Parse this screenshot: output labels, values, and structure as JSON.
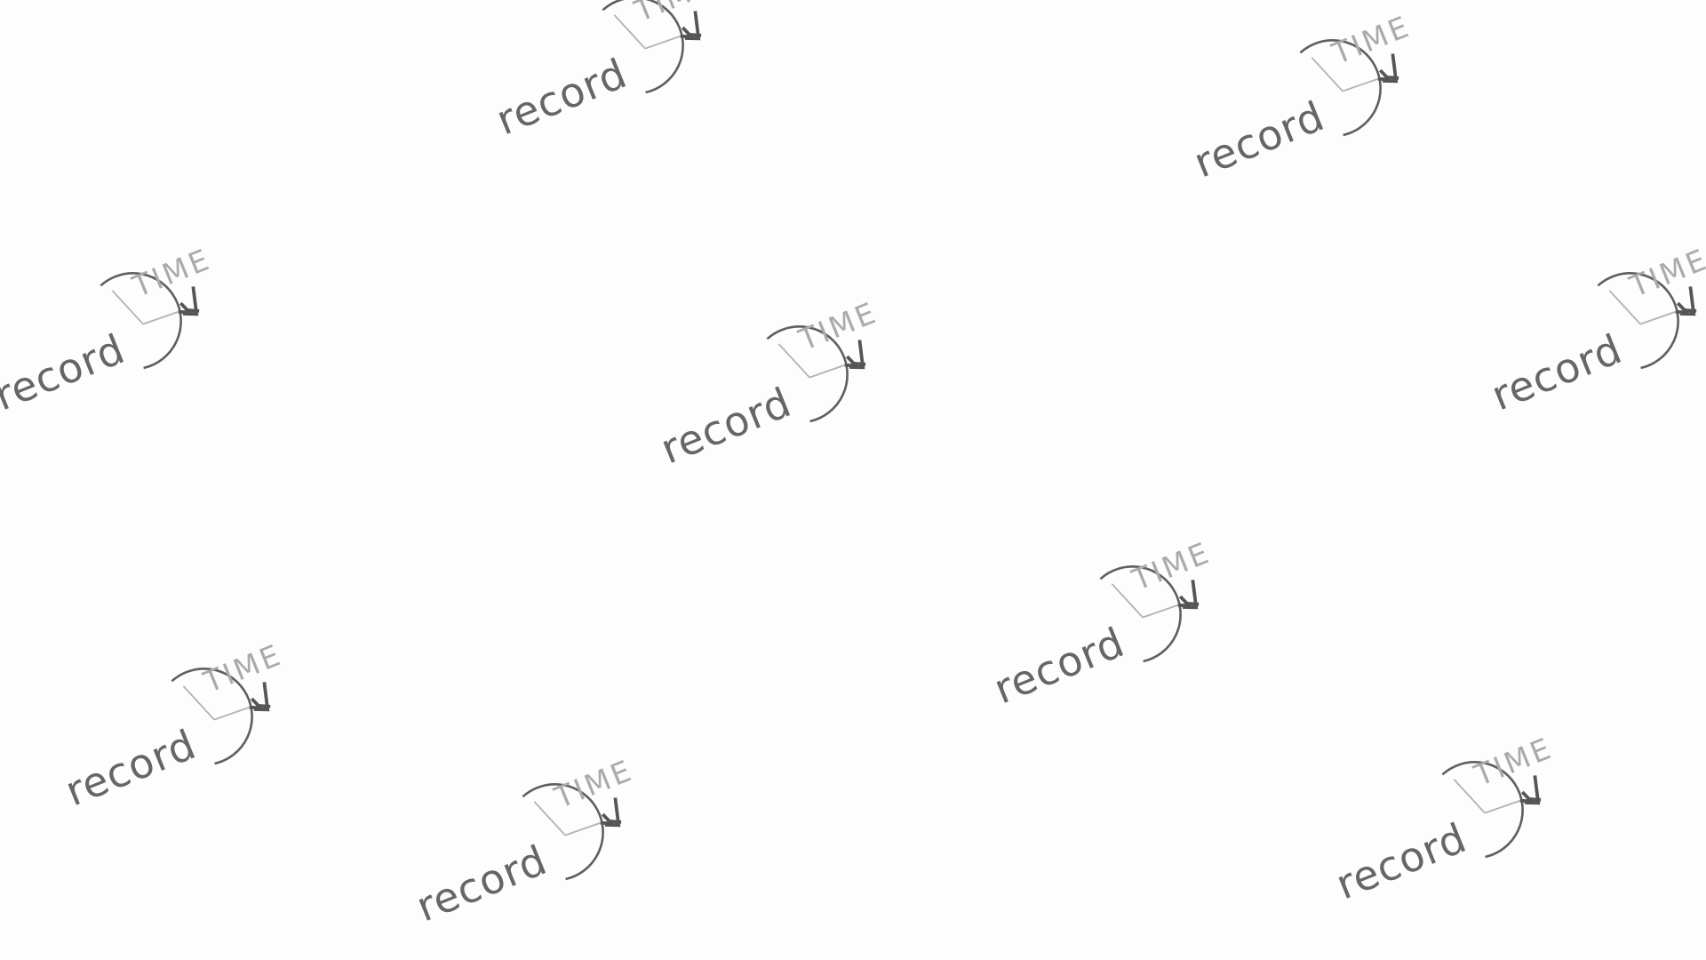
{
  "watermark": {
    "word_primary": "record",
    "word_secondary": "TIME",
    "icon": "clock-check-icon"
  },
  "colors": {
    "background": "#fdfdfd",
    "primary_text": "#666666",
    "secondary_text": "#aaaaaa",
    "clock_ring": "#5f5f5f",
    "clock_hands": "#b3b3b3",
    "check_mark": "#555555"
  },
  "tile_count": 11
}
